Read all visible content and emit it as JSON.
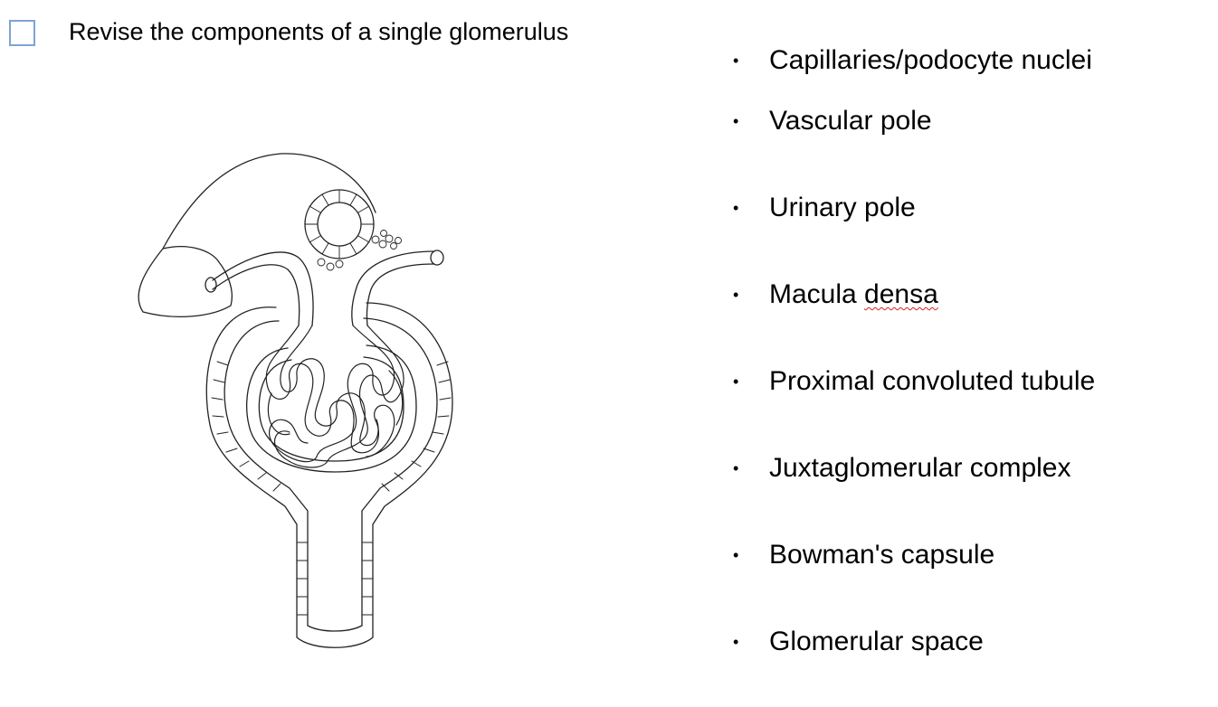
{
  "task": {
    "checkbox_checked": false,
    "heading": "Revise the components of a single glomerulus"
  },
  "terms": [
    {
      "before": "Capillaries/podocyte nuclei",
      "flagged": "",
      "after": ""
    },
    {
      "before": "Vascular pole",
      "flagged": "",
      "after": ""
    },
    {
      "before": "Urinary pole",
      "flagged": "",
      "after": ""
    },
    {
      "before": "Macula ",
      "flagged": "densa",
      "after": ""
    },
    {
      "before": "Proximal convoluted tubule",
      "flagged": "",
      "after": ""
    },
    {
      "before": "Juxtaglomerular complex",
      "flagged": "",
      "after": ""
    },
    {
      "before": "Bowman's capsule",
      "flagged": "",
      "after": ""
    },
    {
      "before": "Glomerular space",
      "flagged": "",
      "after": ""
    }
  ],
  "colors": {
    "checkbox_border": "#7fa3d6",
    "spellcheck_underline": "#d62020",
    "diagram_ink": "#222222"
  },
  "icons": {
    "bullet": "bullet-dot-icon",
    "checkbox": "checkbox-icon"
  }
}
